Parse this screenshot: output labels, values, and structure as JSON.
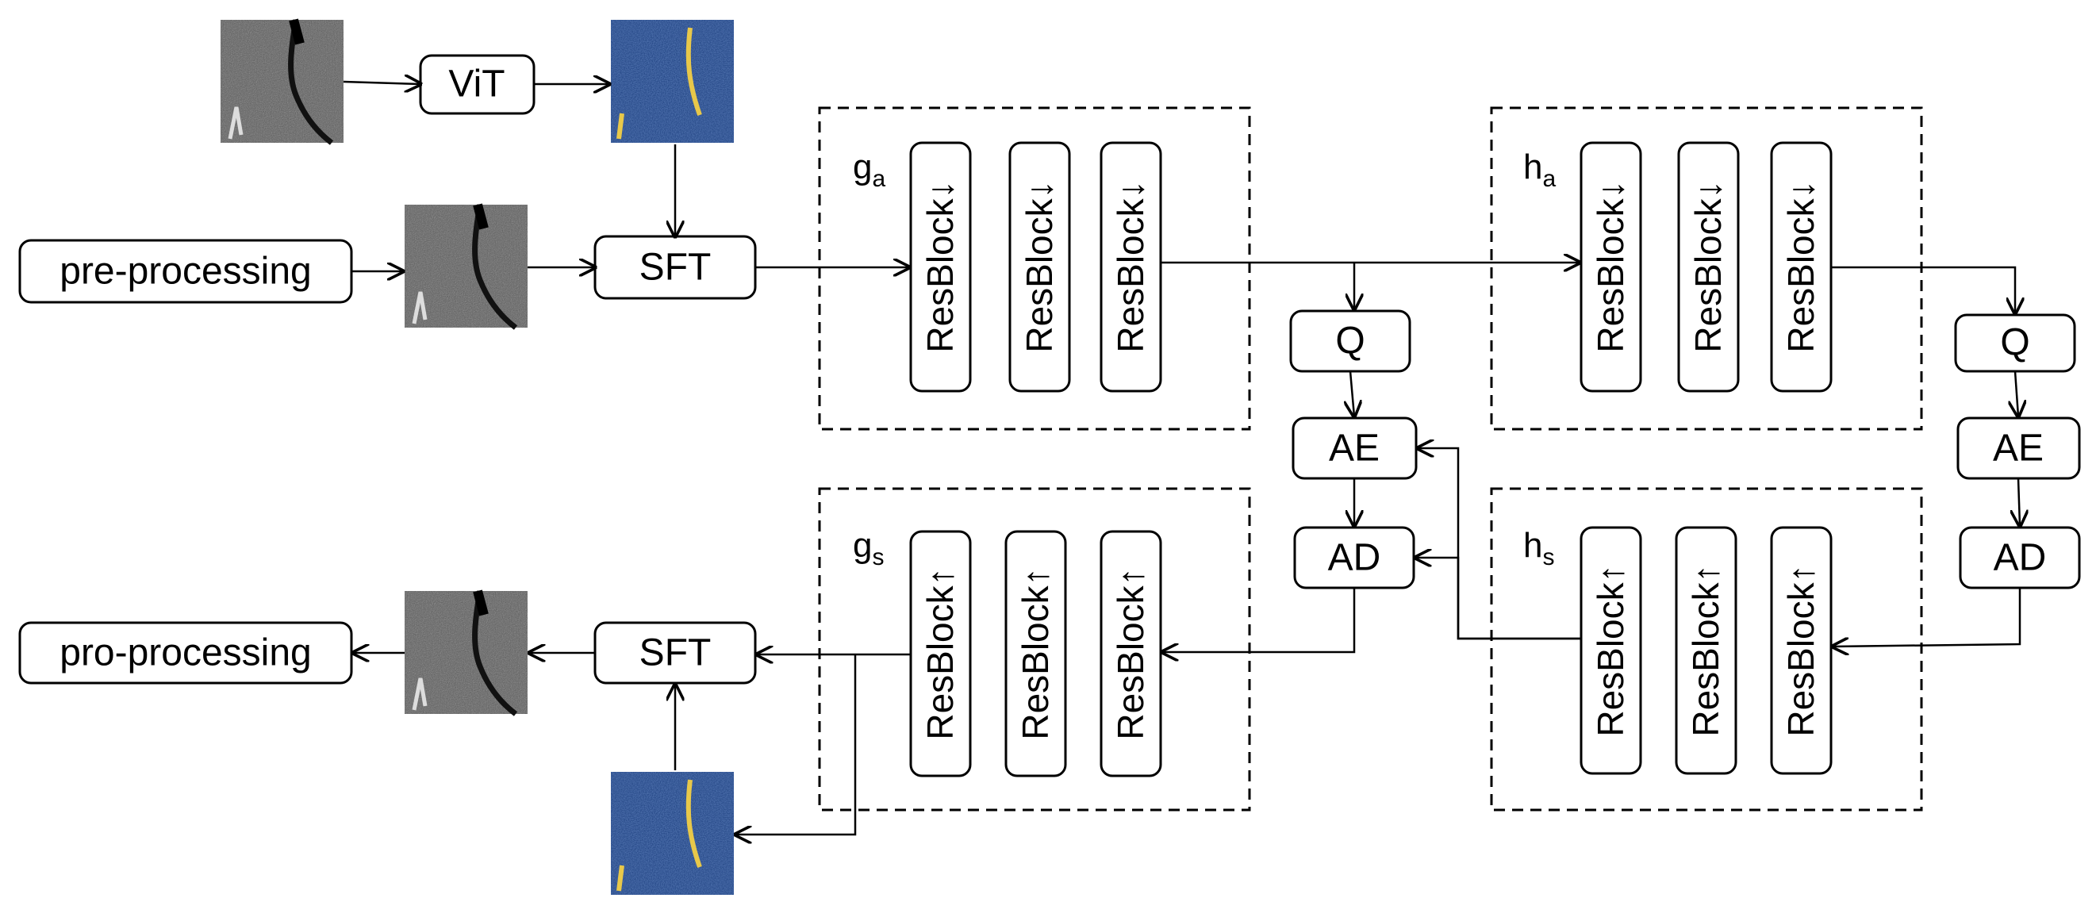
{
  "nodes": {
    "vit": "ViT",
    "pre_processing": "pre-processing",
    "sft_top": "SFT",
    "q_left": "Q",
    "ae_left": "AE",
    "ad_left": "AD",
    "q_right": "Q",
    "ae_right": "AE",
    "ad_right": "AD",
    "sft_bottom": "SFT",
    "pro_processing": "pro-processing"
  },
  "groups": {
    "ga": {
      "label": "g",
      "sub": "a",
      "block": "ResBlock↓"
    },
    "ha": {
      "label": "h",
      "sub": "a",
      "block": "ResBlock↓"
    },
    "gs": {
      "label": "g",
      "sub": "s",
      "block": "ResBlock↑"
    },
    "hs": {
      "label": "h",
      "sub": "s",
      "block": "ResBlock↑"
    }
  },
  "images": {
    "gray": "grayscale SAR image",
    "attention": "blue attention map"
  },
  "colors": {
    "attention_bg": "#183a7a",
    "attention_highlight": "#e8c84a",
    "gray_bg": "#5a5a5a"
  }
}
